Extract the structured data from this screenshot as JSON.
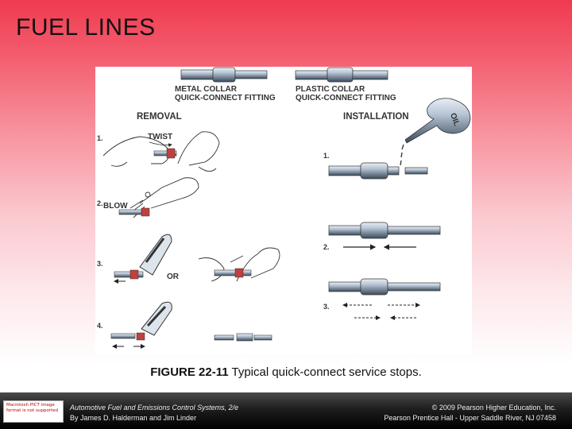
{
  "slide": {
    "title": "FUEL LINES"
  },
  "figure": {
    "metal_collar_label_1": "METAL COLLAR",
    "metal_collar_label_2": "QUICK-CONNECT FITTING",
    "plastic_collar_label_1": "PLASTIC COLLAR",
    "plastic_collar_label_2": "QUICK-CONNECT FITTING",
    "removal_header": "REMOVAL",
    "installation_header": "INSTALLATION",
    "oil_label": "OIL",
    "twist_label": "TWIST",
    "blow_label": "BLOW",
    "or_label": "OR",
    "removal_steps": [
      "1.",
      "2.",
      "3.",
      "4."
    ],
    "installation_steps": [
      "1.",
      "2.",
      "3."
    ]
  },
  "caption": {
    "figure_number": "FIGURE 22-11",
    "text": " Typical quick-connect service stops."
  },
  "footer": {
    "logo_text": "Macintosh PICT image format is not supported",
    "book_title": "Automotive Fuel and Emissions Control Systems, 2/e",
    "authors": "By James D. Halderman and Jim Linder",
    "copyright": "© 2009 Pearson Higher Education, Inc.",
    "publisher": "Pearson Prentice Hall - Upper Saddle River, NJ 07458"
  },
  "colors": {
    "title_bar": "#f03a50",
    "footer": "#1e1e1e"
  }
}
